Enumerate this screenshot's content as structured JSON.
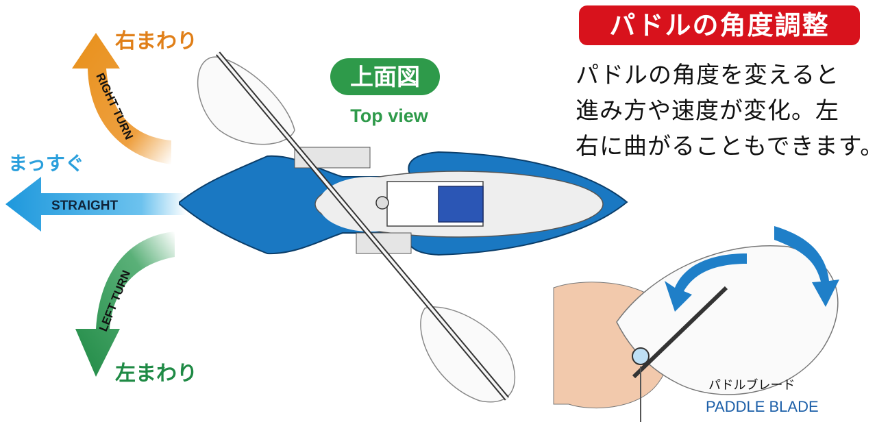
{
  "colors": {
    "right_turn": "#e8901a",
    "straight": "#2a9fdc",
    "left_turn": "#1f8a45",
    "hull": "#1a78c2",
    "title_bg": "#d8121c",
    "top_view": "#2e9a4a"
  },
  "directions": {
    "right_turn_jp": "右まわり",
    "right_turn_en": "RIGHT TURN",
    "straight_jp": "まっすぐ",
    "straight_en": "STRAIGHT",
    "left_turn_en": "LEFT TURN",
    "left_turn_jp": "左まわり"
  },
  "top_view": {
    "badge": "上面図",
    "label": "Top view"
  },
  "paddle_angle": {
    "title": "パドルの角度調整",
    "lines": [
      "パドルの角度を変えると",
      "進み方や速度が変化。左",
      "右に曲がることもできます。"
    ]
  },
  "paddle_blade": {
    "jp": "パドルブレード",
    "en": "PADDLE BLADE"
  }
}
